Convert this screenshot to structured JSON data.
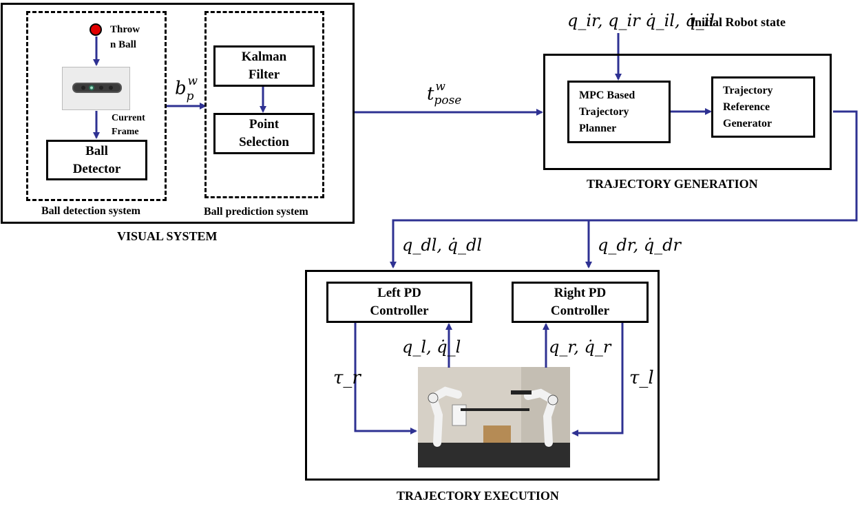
{
  "visual_system": {
    "title": "VISUAL SYSTEM",
    "ball_detection_system": {
      "label": "Ball detection system",
      "thrown_ball_label": "Throw\nn Ball",
      "current_frame_label": "Current\nFrame",
      "ball_detector_label": "Ball\nDetector"
    },
    "ball_prediction_system": {
      "label": "Ball prediction system",
      "kalman_filter_label": "Kalman\nFilter",
      "point_selection_label": "Point\nSelection"
    }
  },
  "signals": {
    "ball_position": "b_p^w",
    "target_pose": "t_pose^w",
    "initial_state_symbols": "q_ir, q_ir q̇_il, q̇_il",
    "initial_state_label": "Initial Robot state",
    "left_desired": "q_dl, q̇_dl",
    "right_desired": "q_dr, q̇_dr",
    "left_feedback": "q_l, q̇_l",
    "right_feedback": "q_r, q̇_r",
    "tau_left_side": "τ_r",
    "tau_right_side": "τ_l"
  },
  "trajectory_generation": {
    "title": "TRAJECTORY GENERATION",
    "mpc_planner_label": "MPC Based\nTrajectory\nPlanner",
    "reference_generator_label": "Trajectory\nReference\nGenerator"
  },
  "trajectory_execution": {
    "title": "TRAJECTORY EXECUTION",
    "left_pd_label": "Left PD\nController",
    "right_pd_label": "Right PD\nController"
  },
  "colors": {
    "arrow": "#2e3192",
    "border": "#000000",
    "ball": "#e00000"
  }
}
